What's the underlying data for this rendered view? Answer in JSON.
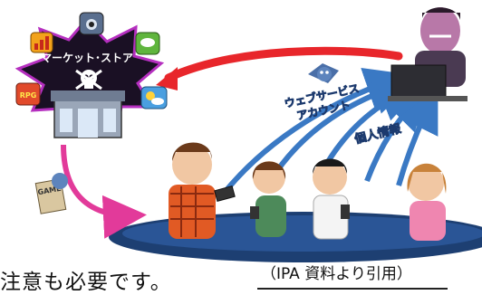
{
  "labels": {
    "store_sign": "マーケット･ストア",
    "app_rpg": "RPG",
    "app_game": "GAME",
    "web_account_line1": "ウェブサービス",
    "web_account_line2": "アカウント",
    "personal_info": "個人情報"
  },
  "bottom_text": "注意も必要です。",
  "citation": "（IPA 資料より引用）",
  "colors": {
    "red_arrow": "#e8262b",
    "blue_arrow": "#3a79c4",
    "magenta_arrow": "#e23a9a",
    "store_burst": "#1a1024",
    "ground_shadow": "#1d3f72",
    "label_yellow": "#ffe84a"
  },
  "icons": [
    "bar-chart-app-icon",
    "camera-app-icon",
    "chat-app-icon",
    "rpg-app-icon",
    "weather-app-icon",
    "skull-icon",
    "game-box-icon"
  ]
}
